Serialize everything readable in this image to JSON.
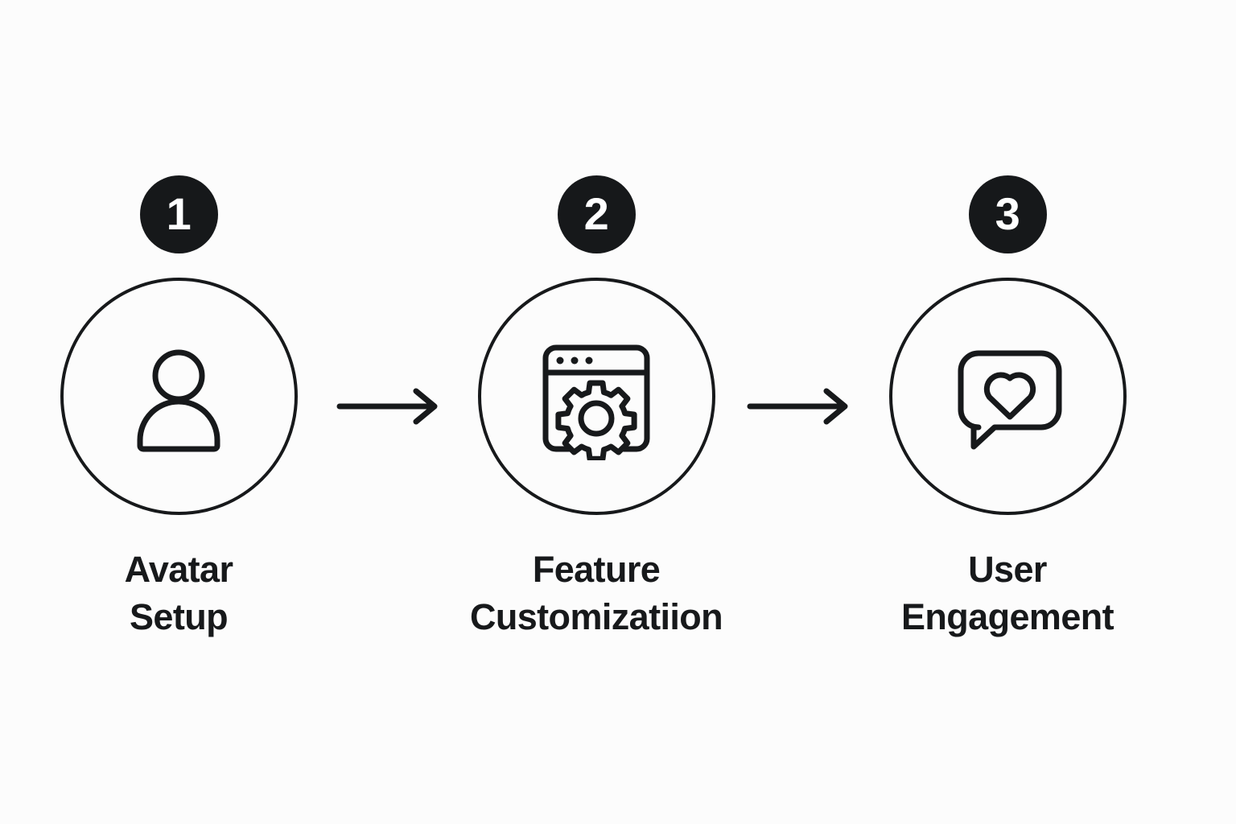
{
  "page": {
    "background_color": "#fcfcfc",
    "ink_color": "#17191b",
    "badge_fill": "#16181a",
    "badge_text_color": "#ffffff",
    "title": "Process Steps Diagram",
    "orientation": "horizontal",
    "step_count": 3
  },
  "steps": [
    {
      "number": "1",
      "icon": "user-person-icon",
      "label": "Avatar\nSetup",
      "label_line1": "Avatar",
      "label_line2": "Setup"
    },
    {
      "number": "2",
      "icon": "browser-window-gear-icon",
      "label": "Feature\nCustomizatiion",
      "label_line1": "Feature",
      "label_line2": "Customizatiion"
    },
    {
      "number": "3",
      "icon": "speech-bubble-heart-icon",
      "label": "User\nEngagement",
      "label_line1": "User",
      "label_line2": "Engagement"
    }
  ],
  "connectors": [
    {
      "name": "arrow-step1-to-step2",
      "direction": "right",
      "icon": "arrow-right-icon"
    },
    {
      "name": "arrow-step2-to-step3",
      "direction": "right",
      "icon": "arrow-right-icon"
    }
  ]
}
